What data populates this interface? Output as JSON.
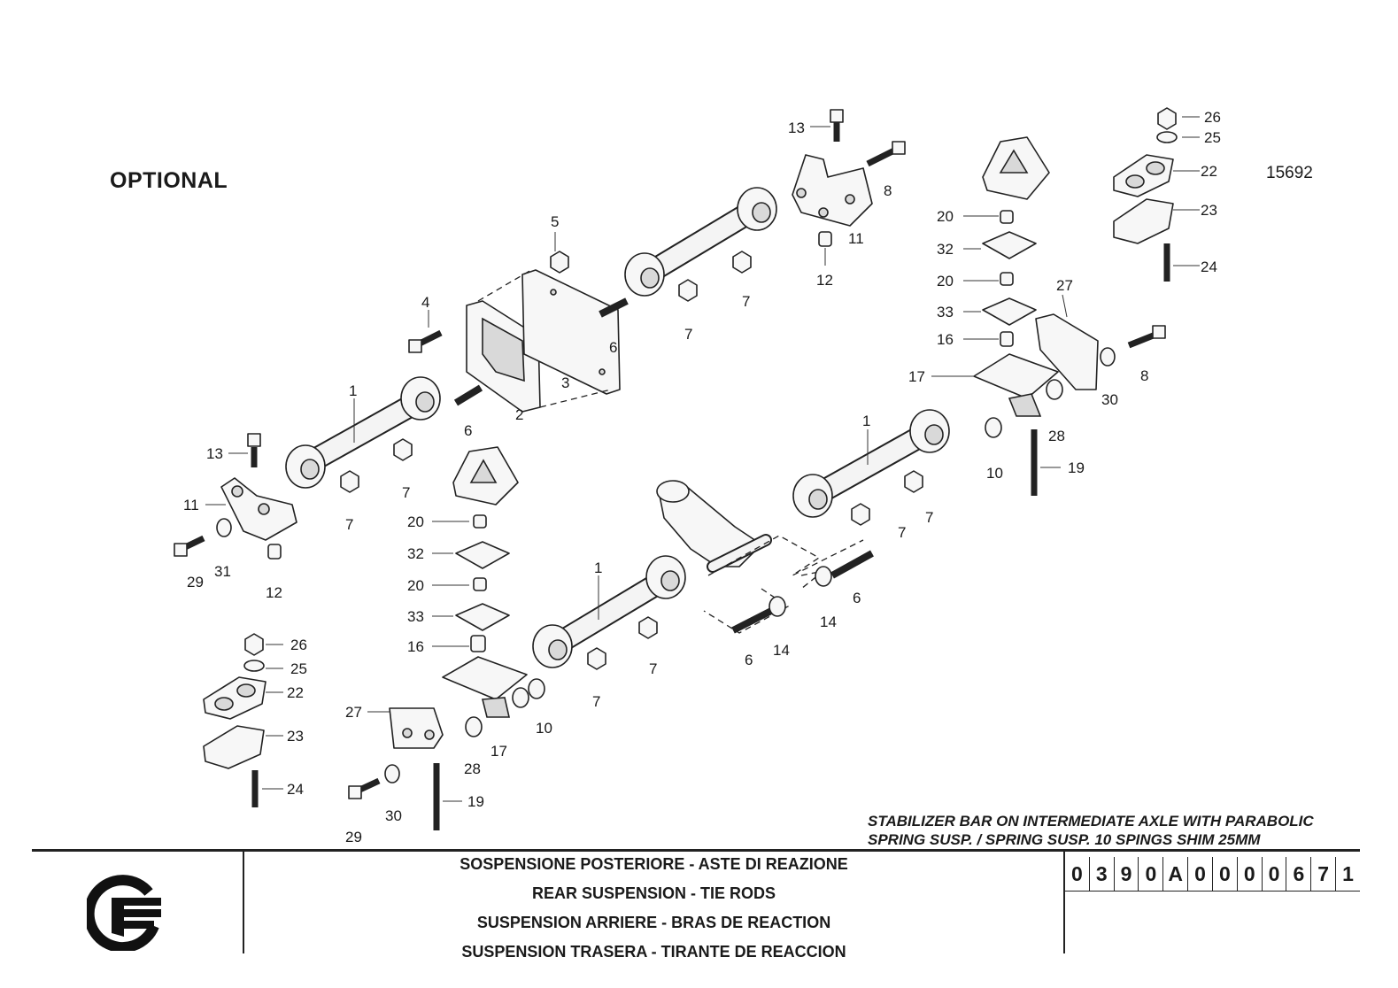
{
  "optional_label": "OPTIONAL",
  "drawing_number": "15692",
  "stabilizer_title": {
    "line1": "STABILIZER BAR ON INTERMEDIATE AXLE WITH PARABOLIC",
    "line2": "SPRING SUSP. / SPRING SUSP. 10 SPINGS SHIM 25MM"
  },
  "title_block": {
    "descriptions": [
      "SOSPENSIONE POSTERIORE - ASTE DI REAZIONE",
      "REAR SUSPENSION - TIE RODS",
      "SUSPENSION ARRIERE - BRAS DE REACTION",
      "SUSPENSION TRASERA - TIRANTE DE REACCION"
    ],
    "part_code": [
      "0",
      "3",
      "9",
      "0",
      "A",
      "0",
      "0",
      "0",
      "0",
      "6",
      "7",
      "1"
    ]
  },
  "callouts": [
    "13",
    "8",
    "11",
    "12",
    "26",
    "25",
    "22",
    "23",
    "24",
    "5",
    "7",
    "7",
    "20",
    "32",
    "20",
    "33",
    "16",
    "17",
    "27",
    "8",
    "30",
    "28",
    "10",
    "19",
    "4",
    "6",
    "3",
    "2",
    "6",
    "1",
    "13",
    "11",
    "31",
    "29",
    "12",
    "7",
    "7",
    "1",
    "7",
    "7",
    "20",
    "32",
    "20",
    "33",
    "16",
    "26",
    "25",
    "22",
    "23",
    "24",
    "27",
    "28",
    "17",
    "10",
    "19",
    "30",
    "29",
    "1",
    "7",
    "7",
    "6",
    "14",
    "14",
    "6",
    "7"
  ]
}
